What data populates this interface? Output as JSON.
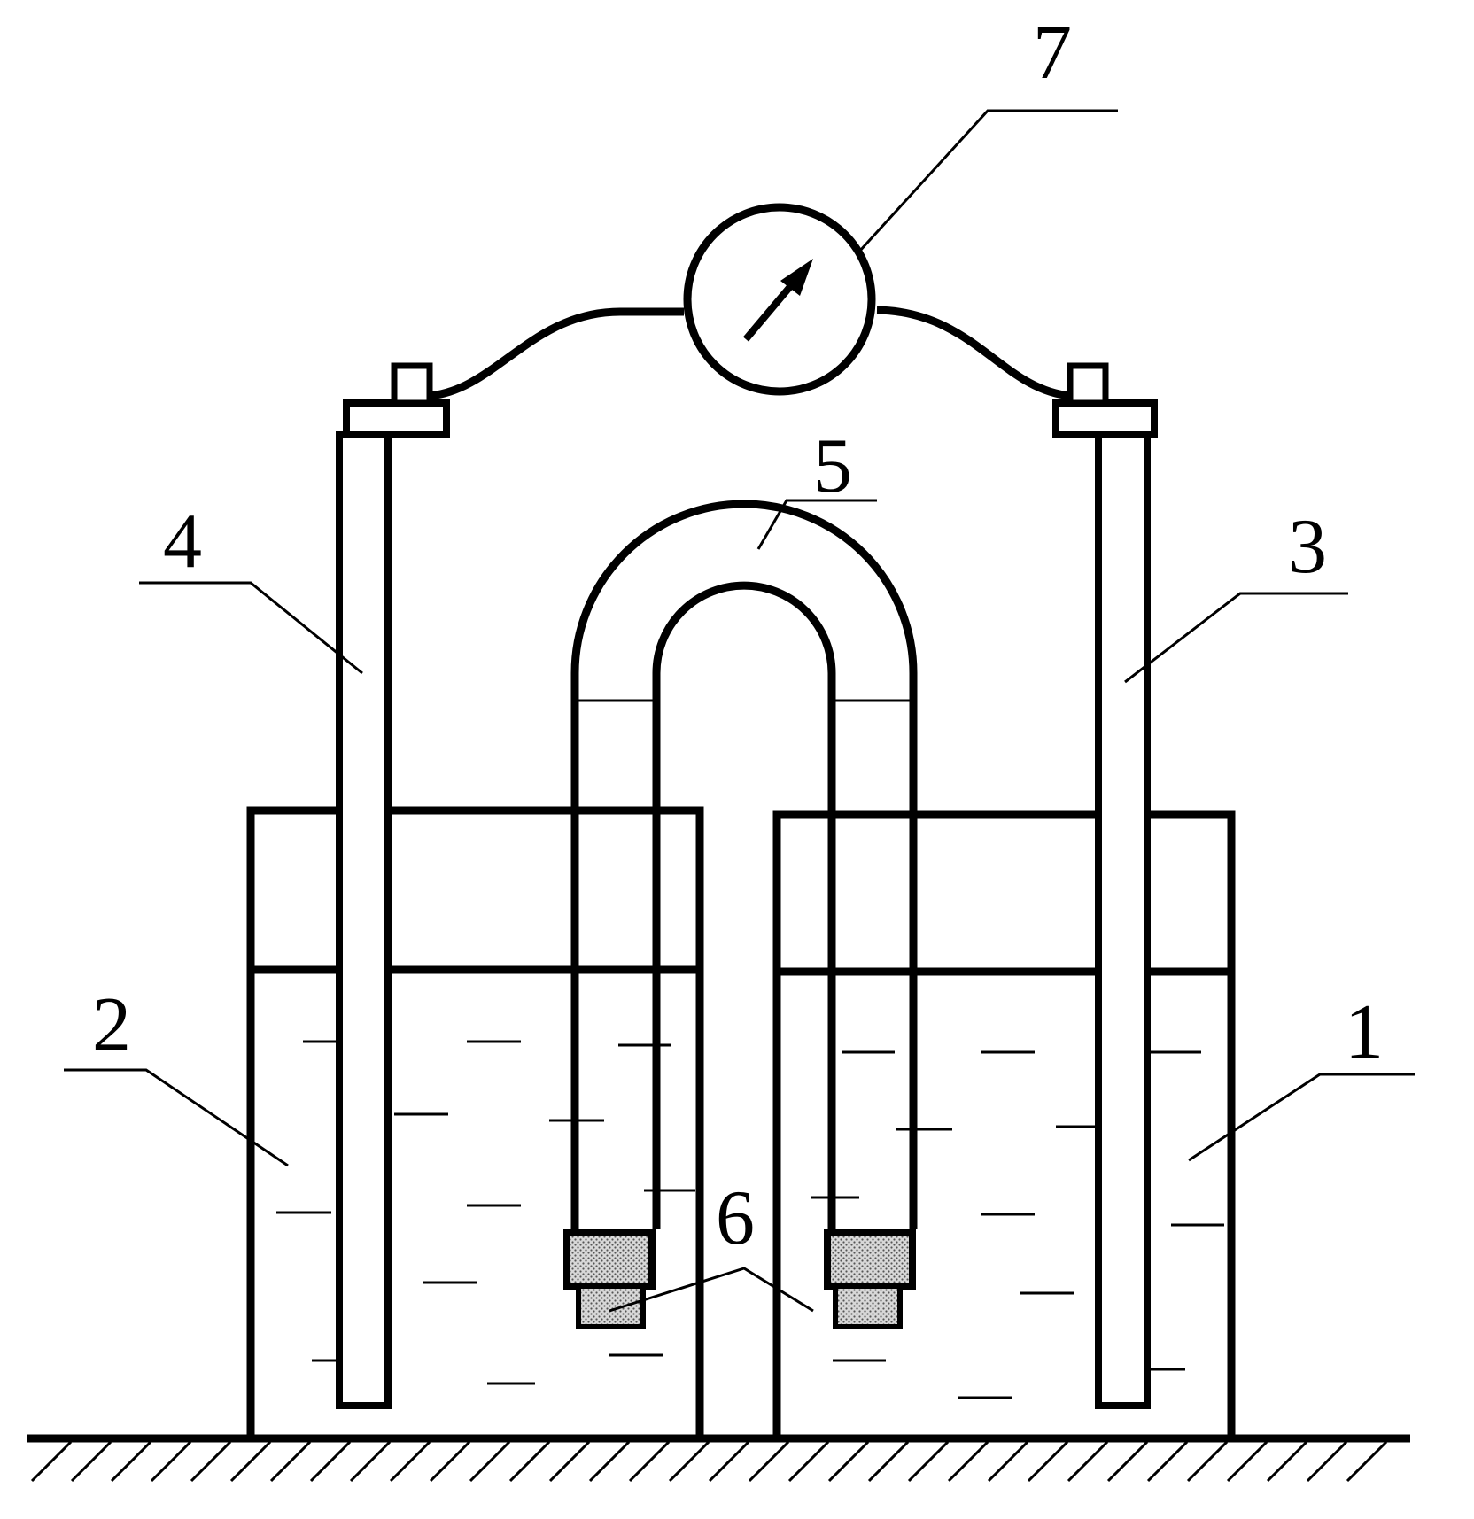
{
  "labels": {
    "beaker_right": "1",
    "beaker_left": "2",
    "electrode_right": "3",
    "electrode_left": "4",
    "salt_bridge": "5",
    "porous_plugs": "6",
    "meter": "7"
  },
  "icons": {
    "meter": "galvanometer-icon"
  }
}
